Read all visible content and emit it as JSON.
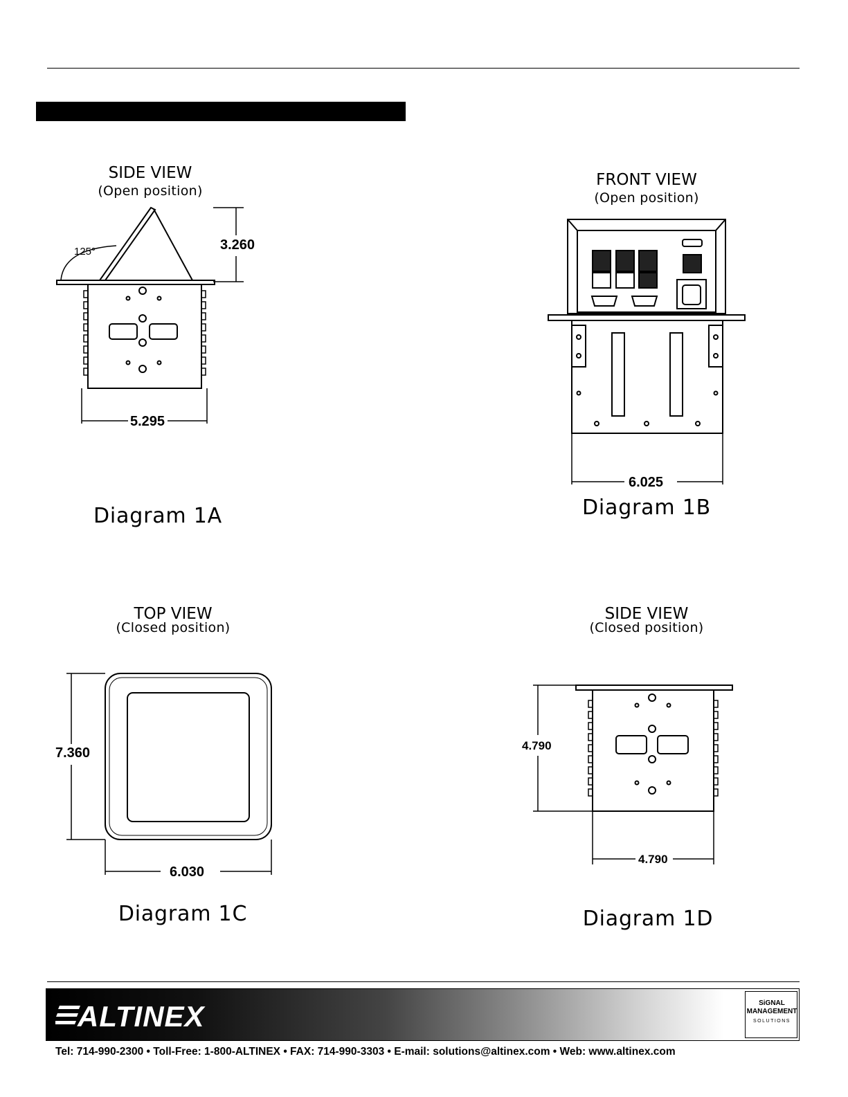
{
  "diagram_1a": {
    "title": "SIDE VIEW",
    "subtitle": "(Open position)",
    "angle": "125°",
    "height_dim": "3.260",
    "width_dim": "5.295",
    "caption": "Diagram 1A"
  },
  "diagram_1b": {
    "title": "FRONT VIEW",
    "subtitle": "(Open position)",
    "width_dim": "6.025",
    "caption": "Diagram 1B"
  },
  "diagram_1c": {
    "title": "TOP VIEW",
    "subtitle": "(Closed position)",
    "height_dim": "7.360",
    "width_dim": "6.030",
    "caption": "Diagram 1C"
  },
  "diagram_1d": {
    "title": "SIDE VIEW",
    "subtitle": "(Closed position)",
    "height_dim": "4.790",
    "width_dim": "4.790",
    "caption": "Diagram 1D"
  },
  "footer": {
    "brand": "ALTINEX",
    "badge_line1": "SiGNAL",
    "badge_line2": "MANAGEMENT",
    "badge_line3": "SOLUTIONS",
    "contact": "Tel: 714-990-2300 • Toll-Free: 1-800-ALTINEX • FAX: 714-990-3303 • E-mail: solutions@altinex.com • Web: www.altinex.com"
  }
}
